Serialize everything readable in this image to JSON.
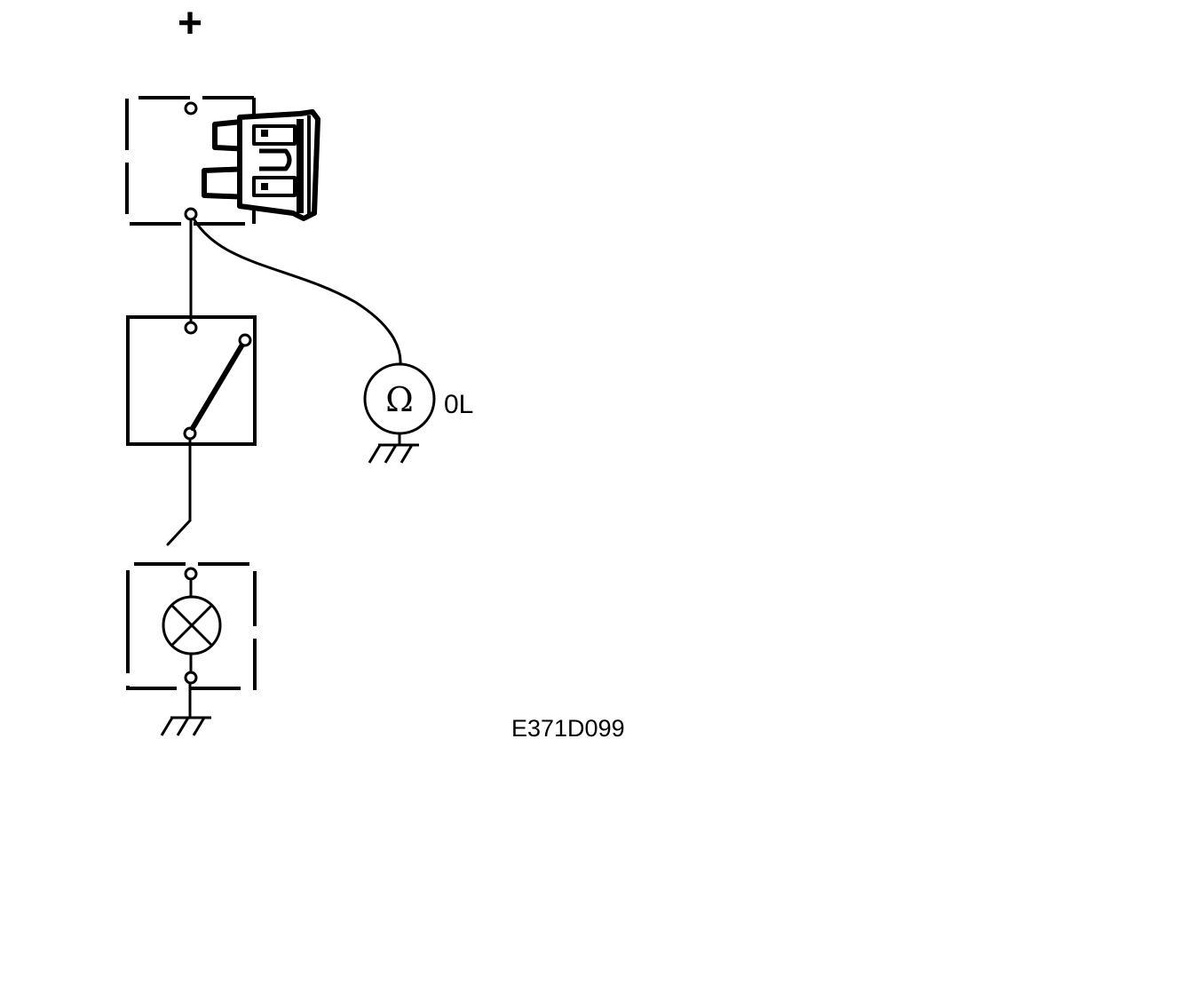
{
  "supply_symbol": "+",
  "meter": {
    "symbol": "Ω",
    "reading": "0L"
  },
  "figure_code": "E371D099",
  "icons": {
    "fuse": "blade-fuse-icon",
    "switch": "switch-icon",
    "lamp": "lamp-icon",
    "ground": "ground-icon",
    "ohmmeter": "ohmmeter-icon"
  },
  "colors": {
    "line": "#000000",
    "background": "#ffffff"
  }
}
